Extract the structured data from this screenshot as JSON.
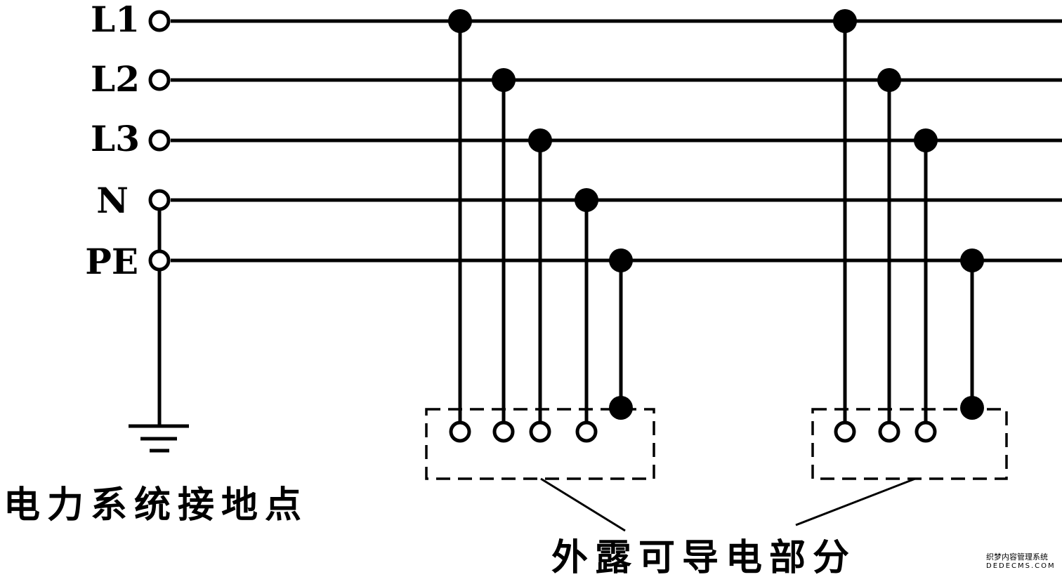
{
  "diagram": {
    "buses": [
      {
        "id": "L1",
        "label": "L1"
      },
      {
        "id": "L2",
        "label": "L2"
      },
      {
        "id": "L3",
        "label": "L3"
      },
      {
        "id": "N",
        "label": "N"
      },
      {
        "id": "PE",
        "label": "PE"
      }
    ],
    "ground_label": "电力系统接地点",
    "exposed_parts_label": "外露可导电部分",
    "watermark": {
      "line1": "织梦内容管理系统",
      "line2": "DEDECMS.COM"
    }
  }
}
